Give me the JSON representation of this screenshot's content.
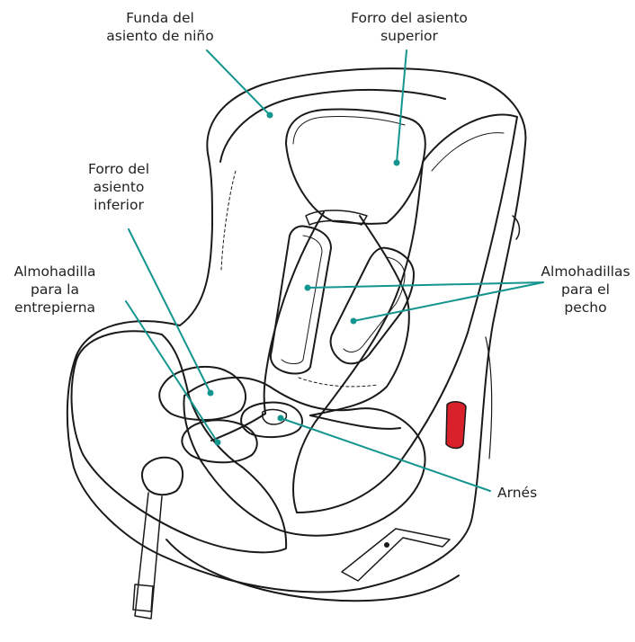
{
  "colors": {
    "leader": "#14958f",
    "outline": "#1a1a1a",
    "red_lever": "#d8212b"
  },
  "labels": {
    "funda": [
      "Funda del",
      "asiento de niño"
    ],
    "forro_superior": [
      "Forro del asiento",
      "superior"
    ],
    "forro_inferior": [
      "Forro del",
      "asiento",
      "inferior"
    ],
    "almohadilla_entrepierna": [
      "Almohadilla",
      "para la",
      "entrepierna"
    ],
    "almohadillas_pecho": [
      "Almohadillas",
      "para el",
      "pecho"
    ],
    "arnes": [
      "Arnés"
    ]
  }
}
